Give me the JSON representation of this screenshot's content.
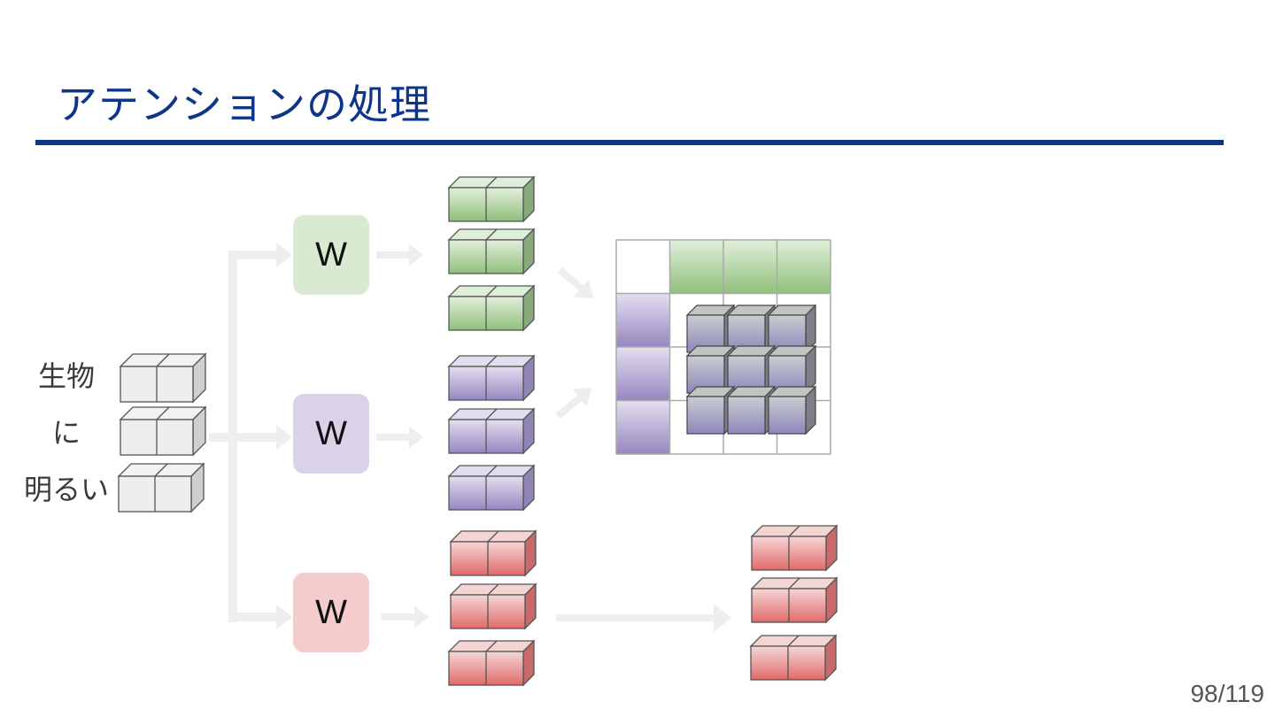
{
  "slide": {
    "title": "アテンションの処理",
    "page_number": "98/119"
  },
  "tokens": [
    "生物",
    "に",
    "明るい"
  ],
  "weights": [
    {
      "label": "W",
      "role": "query",
      "color": "#d9ead3"
    },
    {
      "label": "W",
      "role": "key",
      "color": "#dad2e9"
    },
    {
      "label": "W",
      "role": "value",
      "color": "#f4cccc"
    }
  ],
  "colors": {
    "title": "#0d3589",
    "input_block": "#eeeeee",
    "green_block": "#93c47d",
    "purple_block": "#9d8fc4",
    "red_block": "#e06666",
    "arrow": "#eeeeee",
    "grid_line": "#aaaaaa"
  }
}
